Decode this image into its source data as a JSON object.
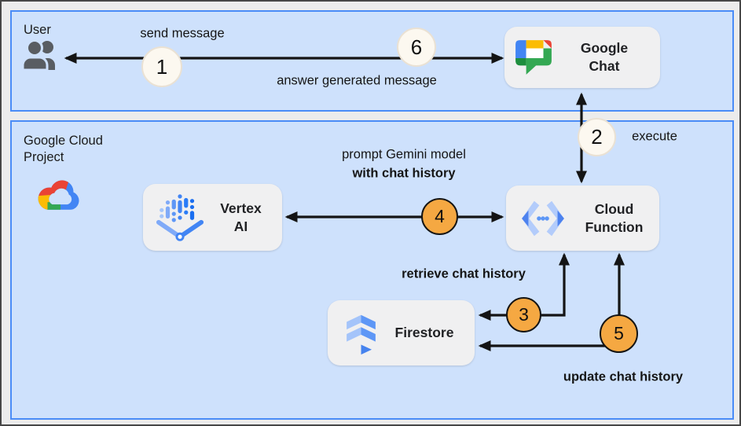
{
  "sections": {
    "user": {
      "label": "User"
    },
    "gcp": {
      "label": "Google Cloud Project"
    }
  },
  "nodes": {
    "google_chat": {
      "label": "Google Chat"
    },
    "vertex_ai": {
      "label": "Vertex AI"
    },
    "cloud_function": {
      "label": "Cloud Function"
    },
    "firestore": {
      "label": "Firestore"
    }
  },
  "steps": {
    "s1": {
      "num": "1",
      "label": "send message",
      "badge_style": "cream"
    },
    "s2": {
      "num": "2",
      "label": "execute",
      "badge_style": "cream"
    },
    "s3": {
      "num": "3",
      "label": "retrieve chat history",
      "badge_style": "orange"
    },
    "s4": {
      "num": "4",
      "label_line1": "prompt Gemini model",
      "label_line2": "with chat history",
      "badge_style": "orange"
    },
    "s5": {
      "num": "5",
      "label": "update chat history",
      "badge_style": "orange"
    },
    "s6": {
      "num": "6",
      "label": "answer generated message",
      "badge_style": "cream"
    }
  },
  "icons": {
    "users": "users-icon",
    "google_cloud": "google-cloud-logo",
    "google_chat": "google-chat-logo",
    "vertex_ai": "vertex-ai-icon",
    "cloud_function": "cloud-functions-icon",
    "firestore": "firestore-icon"
  },
  "colors": {
    "canvas_bg": "#ececec",
    "frame_border": "#474747",
    "section_bg": "#cee1fc",
    "section_border": "#4a8cf7",
    "card_bg": "#f0f0f1",
    "arrow": "#141414",
    "badge_cream_bg": "#fcf8f0",
    "badge_cream_border": "#eae1d3",
    "badge_orange_bg": "#f5a842",
    "text": "#151515"
  }
}
